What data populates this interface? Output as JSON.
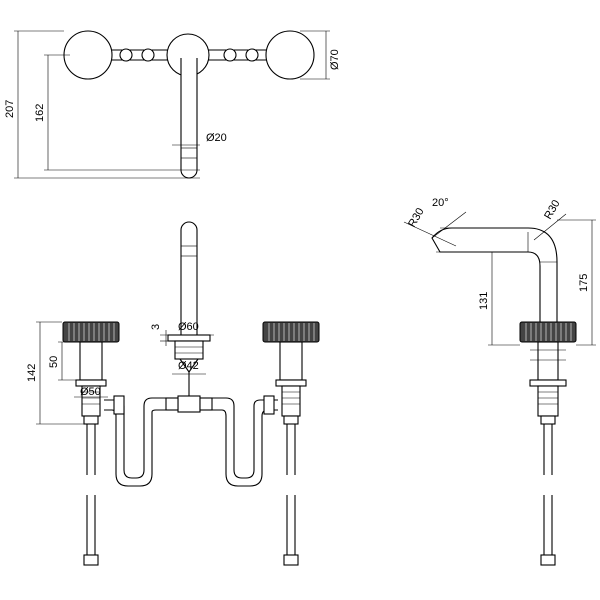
{
  "drawing": {
    "top_view": {
      "height_total": "207",
      "reach": "162",
      "handle_diameter": "Ø70",
      "spout_diameter": "Ø20"
    },
    "front_view": {
      "flange_thickness": "3",
      "flange_diameter": "Ø60",
      "body_diameter": "Ø42",
      "handle_height": "142",
      "handle_base_height": "50",
      "handle_base_diameter": "Ø50"
    },
    "side_view": {
      "angle": "20°",
      "radius_outer": "R30",
      "radius_inner": "R30",
      "spout_outlet_height": "131",
      "spout_height": "175"
    }
  }
}
